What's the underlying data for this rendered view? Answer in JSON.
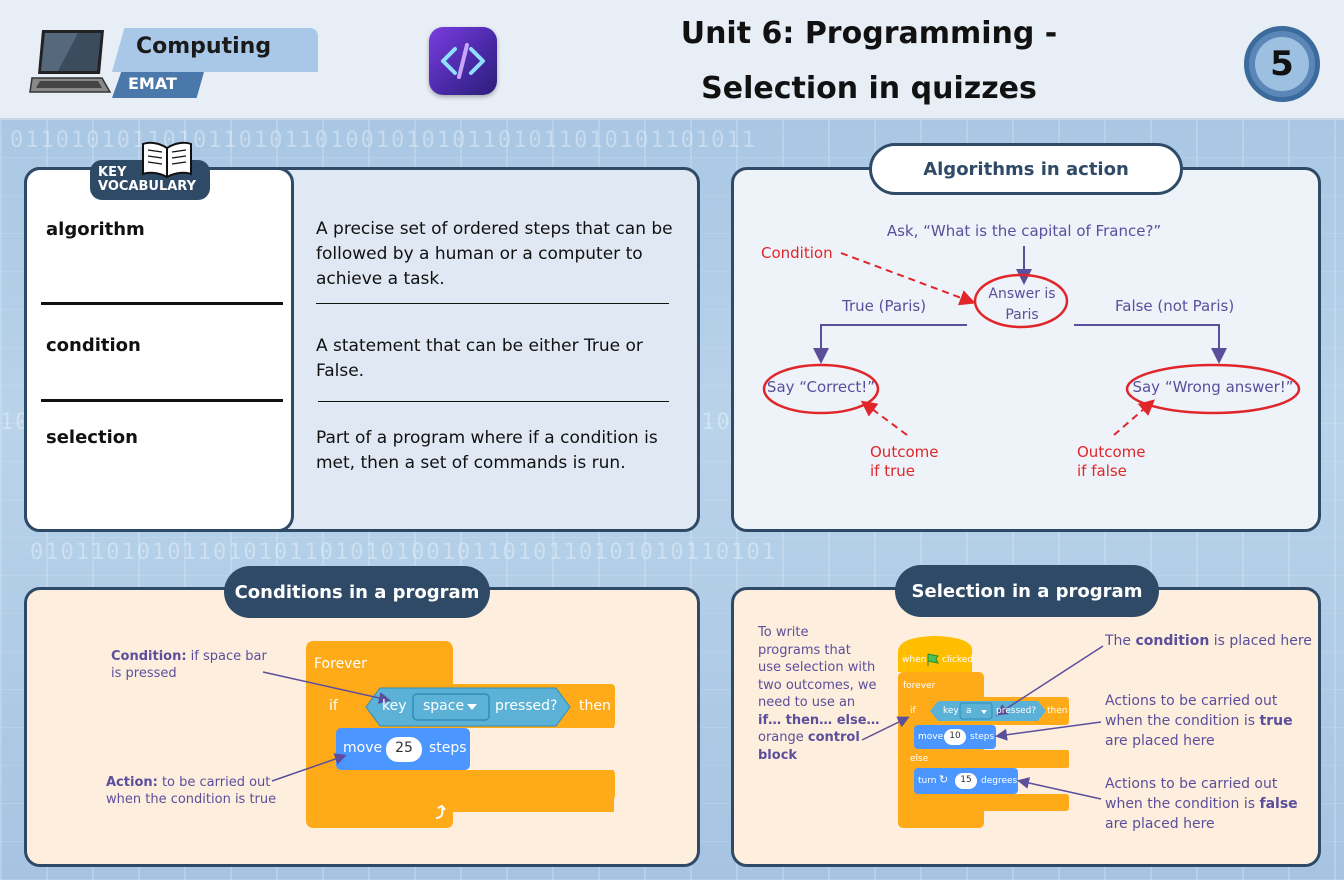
{
  "header": {
    "subject": "Computing",
    "org": "EMAT",
    "title_line1": "Unit 6: Programming -",
    "title_line2": "Selection in quizzes",
    "unit_number": "5"
  },
  "vocabulary": {
    "badge_line1": "KEY",
    "badge_line2": "VOCABULARY",
    "items": [
      {
        "term": "algorithm",
        "definition": "A precise set of ordered steps that can be followed by a human or a computer to achieve a task."
      },
      {
        "term": "condition",
        "definition": "A statement that can be either True or False."
      },
      {
        "term": "selection",
        "definition": "Part of a program where if a condition is met, then a set of commands is run."
      }
    ]
  },
  "algorithms": {
    "heading": "Algorithms in action",
    "question": "Ask, “What is the capital of France?”",
    "condition_label": "Condition",
    "decision_line1": "Answer is",
    "decision_line2": "Paris",
    "true_branch": "True (Paris)",
    "false_branch": "False (not Paris)",
    "true_output": "Say “Correct!”",
    "false_output": "Say “Wrong answer!”",
    "outcome_true_line1": "Outcome",
    "outcome_true_line2": "if true",
    "outcome_false_line1": "Outcome",
    "outcome_false_line2": "if false"
  },
  "conditions": {
    "heading": "Conditions in a program",
    "condition_note_bold": "Condition:",
    "condition_note_rest": " if space bar",
    "condition_note_line2": "is pressed",
    "action_note_bold": "Action:",
    "action_note_rest": " to be carried out",
    "action_note_line2": "when the condition is true",
    "block_forever": "Forever",
    "block_if": "if",
    "block_key": "key",
    "block_key_value": "space",
    "block_pressed": "pressed?",
    "block_then": "then",
    "block_move": "move",
    "block_move_value": "25",
    "block_steps": "steps"
  },
  "selection": {
    "heading": "Selection in a program",
    "intro_lines": [
      "To write",
      "programs that",
      "use selection with",
      "two outcomes, we",
      "need to use an"
    ],
    "intro_bold1": "if… then… else…",
    "intro_line6b": "orange ",
    "intro_bold2": "control",
    "intro_bold3": "block",
    "note1_pre": "The ",
    "note1_bold": "condition",
    "note1_post": " is placed here",
    "note2_line1": "Actions to be carried out",
    "note2_line2_pre": "when the condition is ",
    "note2_bold": "true",
    "note2_line3": "are placed here",
    "note3_line1": "Actions to be carried out",
    "note3_line2_pre": "when the condition is ",
    "note3_bold": "false",
    "note3_line3": "are placed here",
    "block_when": "when",
    "block_clicked": "clicked",
    "block_forever": "forever",
    "block_if": "if",
    "block_key": "key",
    "block_key_value": "a",
    "block_pressed": "pressed?",
    "block_then": "then",
    "block_move": "move",
    "block_move_value": "10",
    "block_steps": "steps",
    "block_else": "else",
    "block_turn": "turn",
    "block_turn_value": "15",
    "block_degrees": "degrees"
  },
  "colors": {
    "navy": "#2f4a66",
    "scratch_orange": "#ffab19",
    "scratch_blue": "#4c97ff",
    "sensing_blue": "#5cb1d6",
    "annotation_red": "#e0262a",
    "diagram_purple": "#5b4f9c"
  }
}
